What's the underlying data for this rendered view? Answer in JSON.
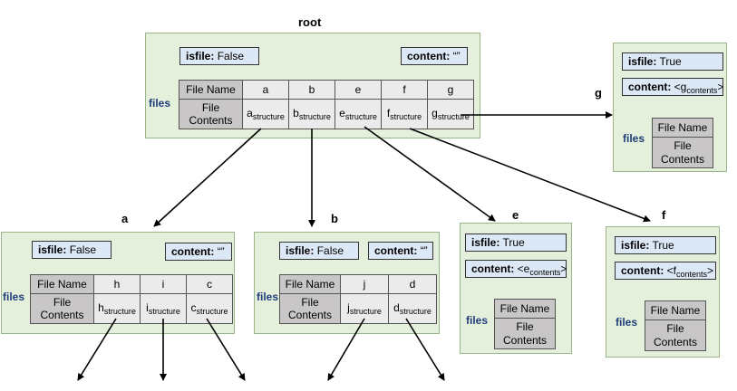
{
  "root": {
    "title": "root",
    "isfile_key": "isfile:",
    "isfile_val": "False",
    "content_key": "content:",
    "content_val": "“”",
    "files_label": "files",
    "header": [
      "File Name",
      "a",
      "b",
      "e",
      "f",
      "g"
    ],
    "row_label": [
      "File",
      "Contents"
    ],
    "cells": [
      [
        "a",
        "structure"
      ],
      [
        "b",
        "structure"
      ],
      [
        "e",
        "structure"
      ],
      [
        "f",
        "structure"
      ],
      [
        "g",
        "structure"
      ]
    ]
  },
  "a": {
    "title": "a",
    "isfile_key": "isfile:",
    "isfile_val": "False",
    "content_key": "content:",
    "content_val": "“”",
    "files_label": "files",
    "header": [
      "File Name",
      "h",
      "i",
      "c"
    ],
    "row_label": [
      "File",
      "Contents"
    ],
    "cells": [
      [
        "h",
        "structure"
      ],
      [
        "i",
        "structure"
      ],
      [
        "c",
        "structure"
      ]
    ]
  },
  "b": {
    "title": "b",
    "isfile_key": "isfile:",
    "isfile_val": "False",
    "content_key": "content:",
    "content_val": "“”",
    "files_label": "files",
    "header": [
      "File Name",
      "j",
      "d"
    ],
    "row_label": [
      "File",
      "Contents"
    ],
    "cells": [
      [
        "j",
        "structure"
      ],
      [
        "d",
        "structure"
      ]
    ]
  },
  "e": {
    "title": "e",
    "isfile_key": "isfile:",
    "isfile_val": "True",
    "content_key": "content:",
    "content_pre": "<e",
    "content_sub": "contents",
    "content_post": ">",
    "files_label": "files",
    "table_header": "File Name",
    "table_row": [
      "File",
      "Contents"
    ]
  },
  "f": {
    "title": "f",
    "isfile_key": "isfile:",
    "isfile_val": "True",
    "content_key": "content:",
    "content_pre": "<f",
    "content_sub": "contents",
    "content_post": ">",
    "files_label": "files",
    "table_header": "File Name",
    "table_row": [
      "File",
      "Contents"
    ]
  },
  "g": {
    "title": "g",
    "isfile_key": "isfile:",
    "isfile_val": "True",
    "content_key": "content:",
    "content_pre": "<g",
    "content_sub": "contents",
    "content_post": ">",
    "files_label": "files",
    "table_header": "File Name",
    "table_row": [
      "File",
      "Contents"
    ]
  },
  "colors": {
    "node_fill": "#e4efdc",
    "field_fill": "#dde8f6",
    "header_fill": "#c8c6c6",
    "cell_fill": "#ebebeb",
    "files_text": "#1f3d7a"
  }
}
